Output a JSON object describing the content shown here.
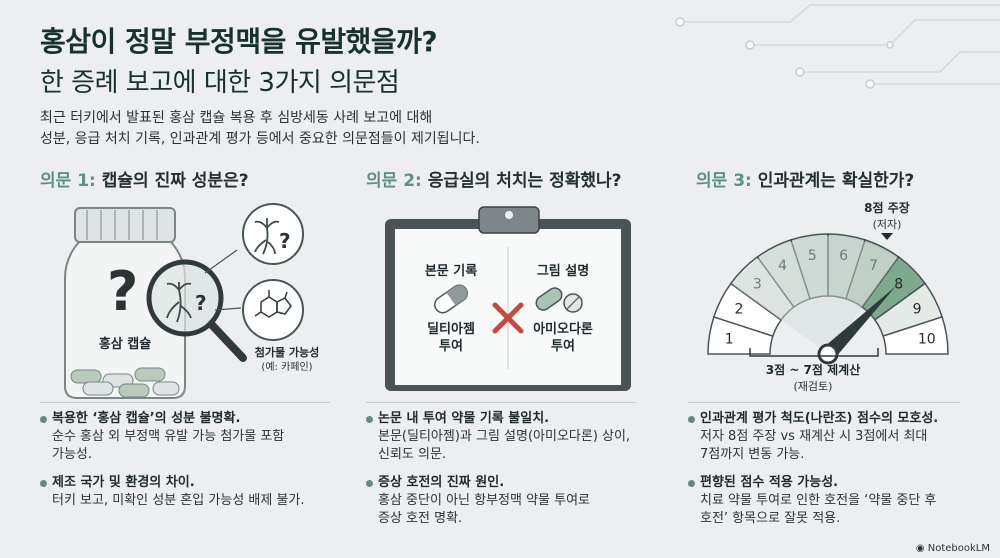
{
  "title_line1": "홍삼이 정말 부정맥을 유발했을까?",
  "title_line2": "한 증례 보고에 대한 3가지 의문점",
  "intro_line1": "최근 터키에서 발표된 홍삼 캡슐 복용 후 심방세동 사례 보고에 대해",
  "intro_line2": "성분, 응급 처치 기록, 인과관계 평가 등에서 중요한 의문점들이 제기됩니다.",
  "sections": [
    {
      "num": "의문 1:",
      "title": "캡슐의 진짜 성분은?",
      "figure": {
        "bottle_label": "홍삼 캡슐",
        "additive_label": "첨가물 가능성",
        "additive_example": "(예: 카페인)"
      },
      "bullets": [
        {
          "head": "복용한 ‘홍삼 캡슐’의 성분 불명확.",
          "line1": "순수 홍삼 외 부정맥 유발 가능 첨가물 포함",
          "line2": "가능성."
        },
        {
          "head": "제조 국가 및 환경의 차이.",
          "line1": "터키 보고, 미확인 성분 혼입 가능성 배제 불가.",
          "line2": ""
        }
      ]
    },
    {
      "num": "의문 2:",
      "title": "응급실의 처치는 정확했나?",
      "figure": {
        "left_heading": "본문 기록",
        "left_drug_line1": "딜티아젬",
        "left_drug_line2": "투여",
        "right_heading": "그림 설명",
        "right_drug_line1": "아미오다론",
        "right_drug_line2": "투여"
      },
      "bullets": [
        {
          "head": "논문 내 투여 약물 기록 불일치.",
          "line1": "본문(딜티아젬)과 그림 설명(아미오다론) 상이,",
          "line2": "신뢰도 의문."
        },
        {
          "head": "증상 호전의 진짜 원인.",
          "line1": "홍삼 중단이 아닌 항부정맥 약물 투여로",
          "line2": "증상 호전 명확."
        }
      ]
    },
    {
      "num": "의문 3:",
      "title": "인과관계는 확실한가?",
      "figure": {
        "author_label": "8점 주장",
        "author_sub": "(저자)",
        "recalc_label": "3점 ~ 7점 제계산",
        "recalc_sub": "(재검토)",
        "gauge_numbers": [
          "1",
          "2",
          "3",
          "4",
          "5",
          "6",
          "7",
          "8",
          "9",
          "10"
        ]
      },
      "bullets": [
        {
          "head": "인과관계 평가 척도(나란조) 점수의 모호성.",
          "line1": "저자 8점 주장 vs 재계산 시 3점에서 최대",
          "line2": "7점까지 변동 가능."
        },
        {
          "head": "편향된 점수 적용 가능성.",
          "line1": "치료 약물 투여로 인한 호전을 ‘약물 중단 후",
          "line2": "호전’ 항목으로 잘못 적용."
        }
      ]
    }
  ],
  "brand": "NotebookLM",
  "colors": {
    "accent": "#5f8f82",
    "highlight": "#7fa98e",
    "cross": "#c8493e"
  }
}
